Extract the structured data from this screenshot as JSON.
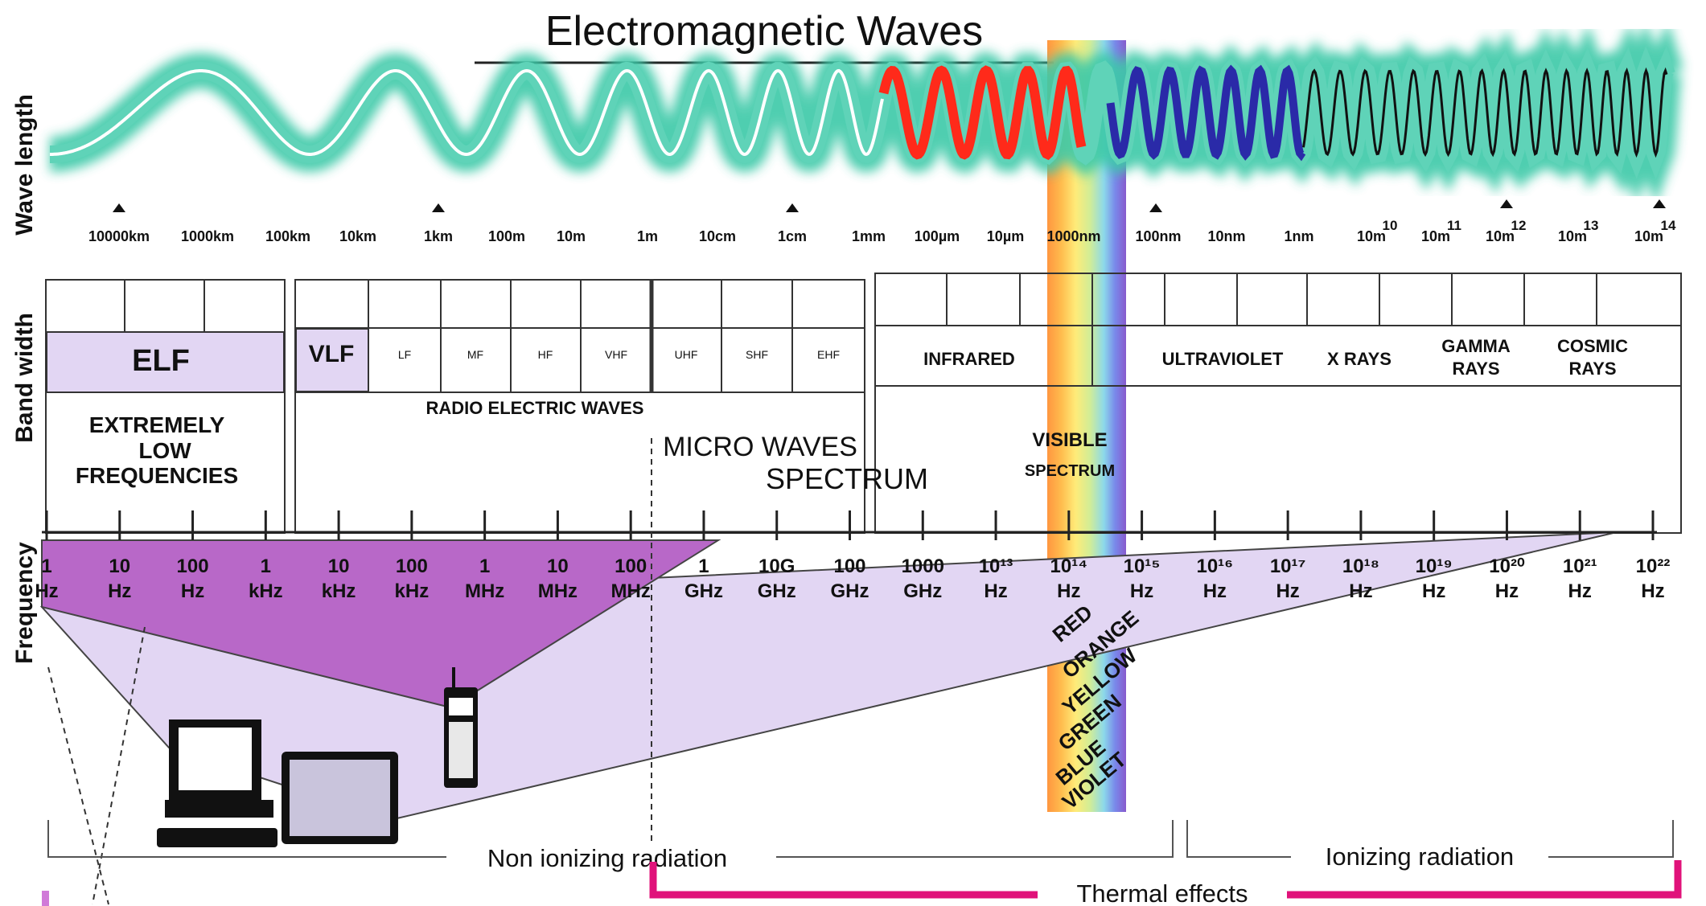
{
  "title": "Electromagnetic Waves",
  "side_labels": {
    "wavelength": "Wave length",
    "bandwidth": "Band width",
    "frequency": "Frequency"
  },
  "wavelength_ticks": [
    "10000km",
    "1000km",
    "100km",
    "10km",
    "1km",
    "100m",
    "10m",
    "1m",
    "10cm",
    "1cm",
    "1mm",
    "100µm",
    "10µm",
    "1000nm",
    "100nm",
    "10nm",
    "1nm",
    "10m",
    "10m",
    "10m",
    "10m",
    "10m"
  ],
  "wavelength_exponents": [
    "10",
    "11",
    "12",
    "13",
    "14"
  ],
  "bands": {
    "elf": "ELF",
    "elf_desc": [
      "EXTREMELY",
      "LOW",
      "FREQUENCIES"
    ],
    "vlf": "VLF",
    "radio_sub": [
      "LF",
      "MF",
      "HF",
      "VHF",
      "UHF",
      "SHF",
      "EHF"
    ],
    "radio_desc": "RADIO ELECTRIC WAVES",
    "microwaves": "MICRO WAVES",
    "spectrum": "SPECTRUM",
    "infrared": "INFRARED",
    "visible": [
      "VISIBLE",
      "SPECTRUM"
    ],
    "ultraviolet": "ULTRAVIOLET",
    "xrays": "X RAYS",
    "gamma": [
      "GAMMA",
      "RAYS"
    ],
    "cosmic": [
      "COSMIC",
      "RAYS"
    ]
  },
  "frequency_ticks": [
    [
      "1",
      "Hz"
    ],
    [
      "10",
      "Hz"
    ],
    [
      "100",
      "Hz"
    ],
    [
      "1",
      "kHz"
    ],
    [
      "10",
      "kHz"
    ],
    [
      "100",
      "kHz"
    ],
    [
      "1",
      "MHz"
    ],
    [
      "10",
      "MHz"
    ],
    [
      "100",
      "MHz"
    ],
    [
      "1",
      "GHz"
    ],
    [
      "10G",
      "GHz"
    ],
    [
      "100",
      "GHz"
    ],
    [
      "1000",
      "GHz"
    ],
    [
      "10¹³",
      "Hz"
    ],
    [
      "10¹⁴",
      "Hz"
    ],
    [
      "10¹⁵",
      "Hz"
    ],
    [
      "10¹⁶",
      "Hz"
    ],
    [
      "10¹⁷",
      "Hz"
    ],
    [
      "10¹⁸",
      "Hz"
    ],
    [
      "10¹⁹",
      "Hz"
    ],
    [
      "10²⁰",
      "Hz"
    ],
    [
      "10²¹",
      "Hz"
    ],
    [
      "10²²",
      "Hz"
    ]
  ],
  "colors_list": [
    "RED",
    "ORANGE",
    "YELLOW",
    "GREEN",
    "BLUE",
    "VIOLET"
  ],
  "radiation": {
    "non_ionizing": "Non ionizing radiation",
    "ionizing": "Ionizing radiation",
    "thermal": "Thermal effects"
  },
  "palette": {
    "wave_glow": "#5fd3b8",
    "wave_red": "#ff2a1a",
    "wave_blue": "#2a2aa8",
    "purple": "#b868c8",
    "lavender": "#e2d6f3",
    "pink": "#e0127a"
  }
}
